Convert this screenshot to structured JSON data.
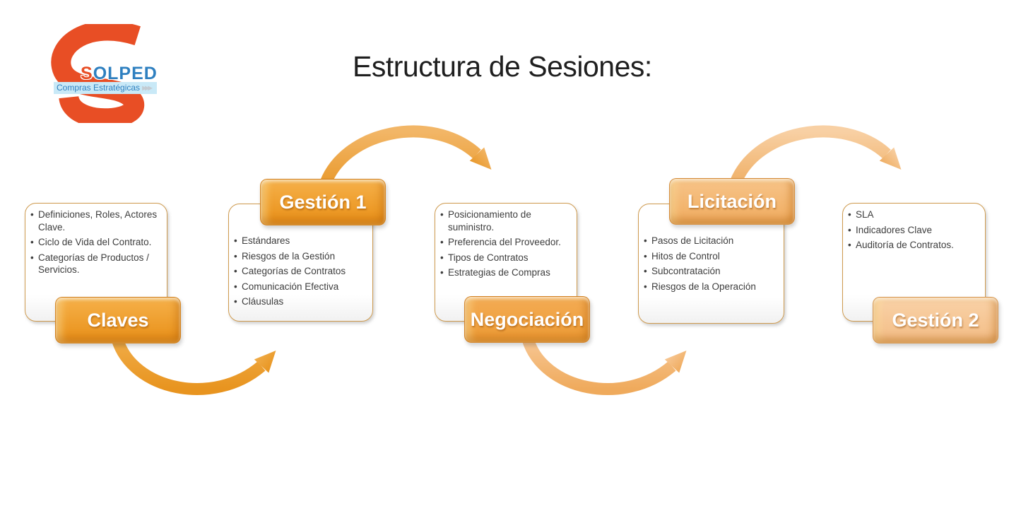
{
  "title": "Estructura de Sesiones:",
  "logo": {
    "brand_initial": "S",
    "brand_rest": "OLPED",
    "tagline": "Compras Estratégicas",
    "orange": "#E84E25",
    "blue": "#2F80C0",
    "banner_bg": "#C9E9F7"
  },
  "stages": [
    {
      "label": "Claves",
      "label_position": "bottom",
      "button_colors": {
        "top": "#F6B14A",
        "bottom": "#E88F17"
      },
      "bullets": [
        "Definiciones, Roles, Actores Clave.",
        "Ciclo de Vida del Contrato.",
        "Categorías de Productos / Servicios."
      ]
    },
    {
      "label": "Gestión 1",
      "label_position": "top",
      "button_colors": {
        "top": "#F6B14A",
        "bottom": "#E88F17"
      },
      "bullets": [
        "Estándares",
        "Riesgos de la Gestión",
        "Categorías de Contratos",
        "Comunicación Efectiva",
        "Cláusulas"
      ]
    },
    {
      "label": "Negociación",
      "label_position": "bottom",
      "button_colors": {
        "top": "#F4AC55",
        "bottom": "#EC9A33"
      },
      "bullets": [
        "Posicionamiento de suministro.",
        "Preferencia del Proveedor.",
        "Tipos de Contratos",
        "Estrategias de Compras"
      ]
    },
    {
      "label": "Licitación",
      "label_position": "top",
      "button_colors": {
        "top": "#F7C489",
        "bottom": "#F0AC5F"
      },
      "bullets": [
        "Pasos de Licitación",
        "Hitos de Control",
        "Subcontratación",
        "Riesgos de la Operación"
      ]
    },
    {
      "label": "Gestión 2",
      "label_position": "bottom",
      "button_colors": {
        "top": "#F9D2A8",
        "bottom": "#F3BD85"
      },
      "bullets": [
        "SLA",
        "Indicadores Clave",
        "Auditoría de Contratos."
      ]
    }
  ],
  "arrows": [
    {
      "name": "claves-to-gestion1",
      "direction": "under",
      "color_top": "#F0AC48",
      "color_bottom": "#E8941F"
    },
    {
      "name": "gestion1-to-negociacion",
      "direction": "over",
      "color_top": "#F2B667",
      "color_bottom": "#E9992B"
    },
    {
      "name": "negociacion-to-licitacion",
      "direction": "under",
      "color_top": "#F7C794",
      "color_bottom": "#EFAA5C"
    },
    {
      "name": "licitacion-to-gestion2",
      "direction": "over",
      "color_top": "#F8D0A4",
      "color_bottom": "#EFAE63"
    }
  ]
}
